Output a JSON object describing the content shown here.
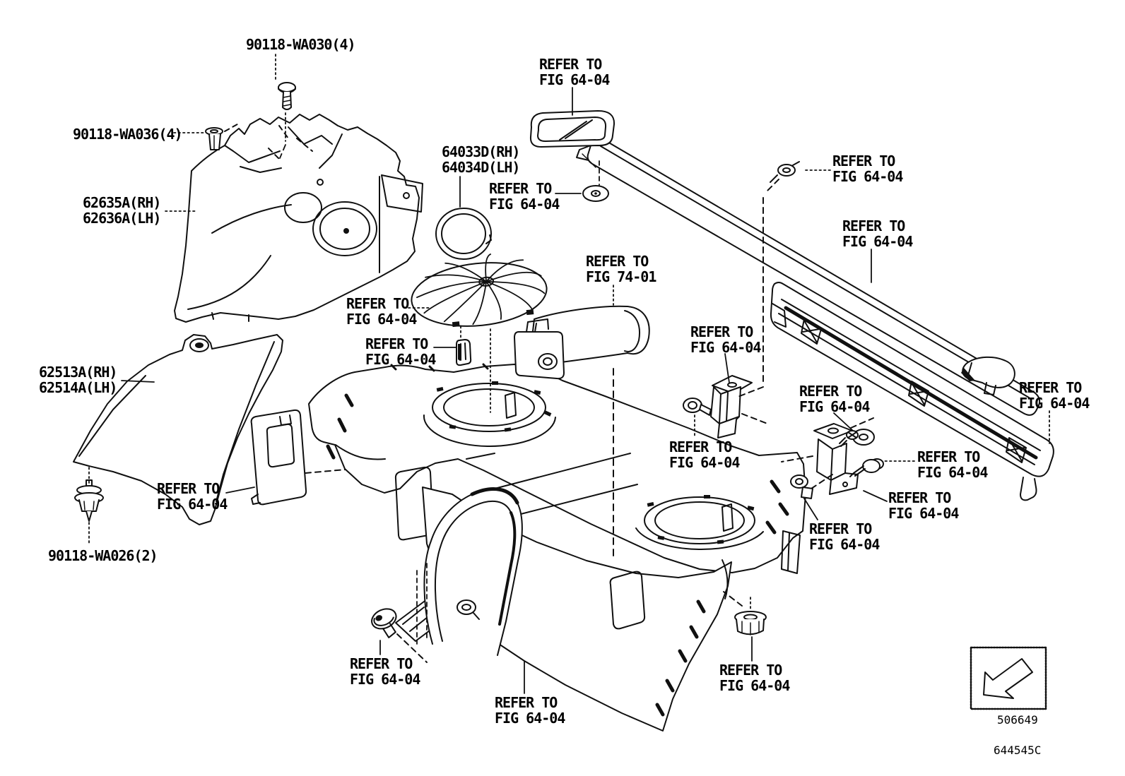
{
  "figure": {
    "type": "parts-diagram",
    "footer": {
      "nav_box_code": "506649",
      "drawing_code": "644545C"
    }
  },
  "part_labels": [
    {
      "id": "90118-wa030",
      "line1": "90118-WA030(4)"
    },
    {
      "id": "90118-wa036",
      "line1": "90118-WA036(4)"
    },
    {
      "id": "62635a-62636a",
      "line1": "62635A(RH)",
      "line2": "62636A(LH)"
    },
    {
      "id": "62513a-62514a",
      "line1": "62513A(RH)",
      "line2": "62514A(LH)"
    },
    {
      "id": "90118-wa026",
      "line1": "90118-WA026(2)"
    },
    {
      "id": "64033d-64034d",
      "line1": "64033D(RH)",
      "line2": "64034D(LH)"
    }
  ],
  "ref_labels": [
    {
      "target": "opening-cover",
      "line1": "REFER TO",
      "line2": "FIG 64-04"
    },
    {
      "target": "washer-center",
      "line1": "REFER TO",
      "line2": "FIG 64-04"
    },
    {
      "target": "pin-top-right",
      "line1": "REFER TO",
      "line2": "FIG 64-04"
    },
    {
      "target": "window-strip",
      "line1": "REFER TO",
      "line2": "FIG 64-04"
    },
    {
      "target": "amplifier",
      "line1": "REFER TO",
      "line2": "FIG 74-01"
    },
    {
      "target": "speaker-grille",
      "line1": "REFER TO",
      "line2": "FIG 64-04"
    },
    {
      "target": "clip-center",
      "line1": "REFER TO",
      "line2": "FIG 64-04"
    },
    {
      "target": "bracket-upper",
      "line1": "REFER TO",
      "line2": "FIG 64-04"
    },
    {
      "target": "push-pin-left",
      "line1": "REFER TO",
      "line2": "FIG 64-04"
    },
    {
      "target": "washer-screw",
      "line1": "REFER TO",
      "line2": "FIG 64-04"
    },
    {
      "target": "deck-board-end",
      "line1": "REFER TO",
      "line2": "FIG 64-04"
    },
    {
      "target": "screw-right",
      "line1": "REFER TO",
      "line2": "FIG 64-04"
    },
    {
      "target": "bracket-plate",
      "line1": "REFER TO",
      "line2": "FIG 64-04"
    },
    {
      "target": "push-pin-lower",
      "line1": "REFER TO",
      "line2": "FIG 64-04"
    },
    {
      "target": "small-panel",
      "line1": "REFER TO",
      "line2": "FIG 64-04"
    },
    {
      "target": "clip-bottom-left",
      "line1": "REFER TO",
      "line2": "FIG 64-04"
    },
    {
      "target": "lower-back-panel",
      "line1": "REFER TO",
      "line2": "FIG 64-04"
    },
    {
      "target": "grommet-right",
      "line1": "REFER TO",
      "line2": "FIG 64-04"
    }
  ]
}
